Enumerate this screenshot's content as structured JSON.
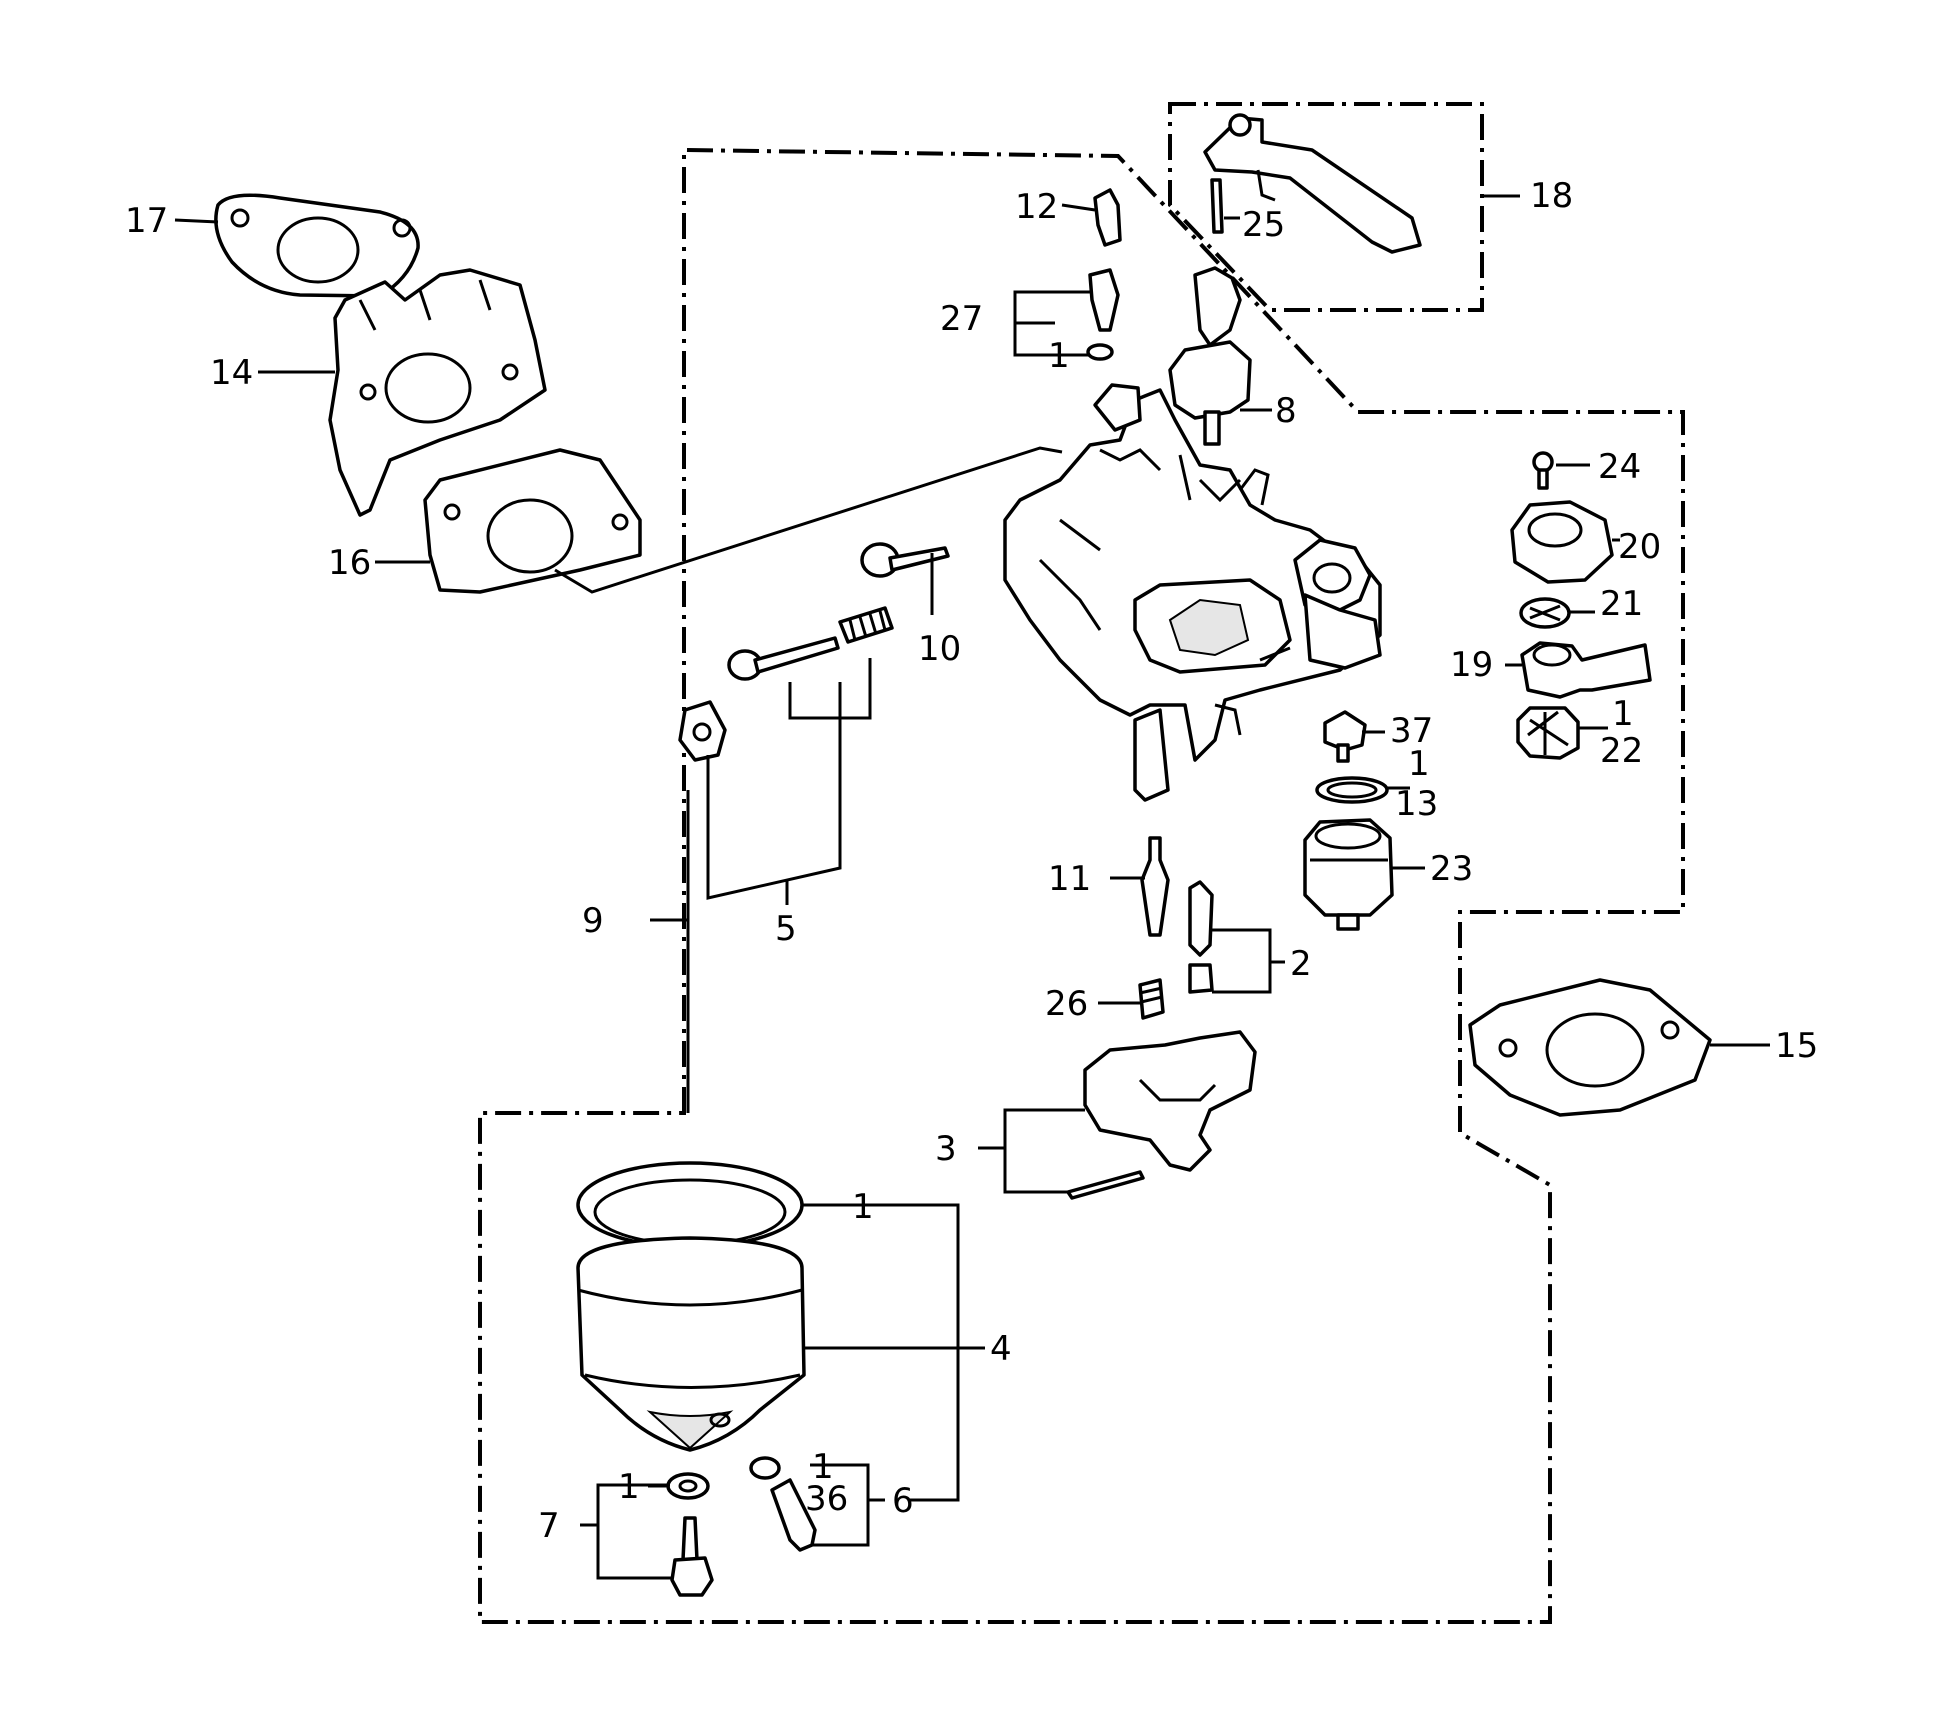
{
  "callouts": [
    {
      "id": "c17",
      "text": "17"
    },
    {
      "id": "c14",
      "text": "14"
    },
    {
      "id": "c16",
      "text": "16"
    },
    {
      "id": "c12",
      "text": "12"
    },
    {
      "id": "c27",
      "text": "27"
    },
    {
      "id": "c1a",
      "text": "1"
    },
    {
      "id": "c25",
      "text": "25"
    },
    {
      "id": "c18",
      "text": "18"
    },
    {
      "id": "c8",
      "text": "8"
    },
    {
      "id": "c24",
      "text": "24"
    },
    {
      "id": "c20",
      "text": "20"
    },
    {
      "id": "c21",
      "text": "21"
    },
    {
      "id": "c19",
      "text": "19"
    },
    {
      "id": "c1b",
      "text": "1"
    },
    {
      "id": "c22",
      "text": "22"
    },
    {
      "id": "c10",
      "text": "10"
    },
    {
      "id": "c37",
      "text": "37"
    },
    {
      "id": "c1c",
      "text": "1"
    },
    {
      "id": "c13",
      "text": "13"
    },
    {
      "id": "c23",
      "text": "23"
    },
    {
      "id": "c11",
      "text": "11"
    },
    {
      "id": "c2",
      "text": "2"
    },
    {
      "id": "c26",
      "text": "26"
    },
    {
      "id": "c15",
      "text": "15"
    },
    {
      "id": "c9",
      "text": "9"
    },
    {
      "id": "c5",
      "text": "5"
    },
    {
      "id": "c3",
      "text": "3"
    },
    {
      "id": "c1d",
      "text": "1"
    },
    {
      "id": "c4",
      "text": "4"
    },
    {
      "id": "c1e",
      "text": "1"
    },
    {
      "id": "c1f",
      "text": "1"
    },
    {
      "id": "c36",
      "text": "36"
    },
    {
      "id": "c6",
      "text": "6"
    },
    {
      "id": "c7",
      "text": "7"
    }
  ]
}
